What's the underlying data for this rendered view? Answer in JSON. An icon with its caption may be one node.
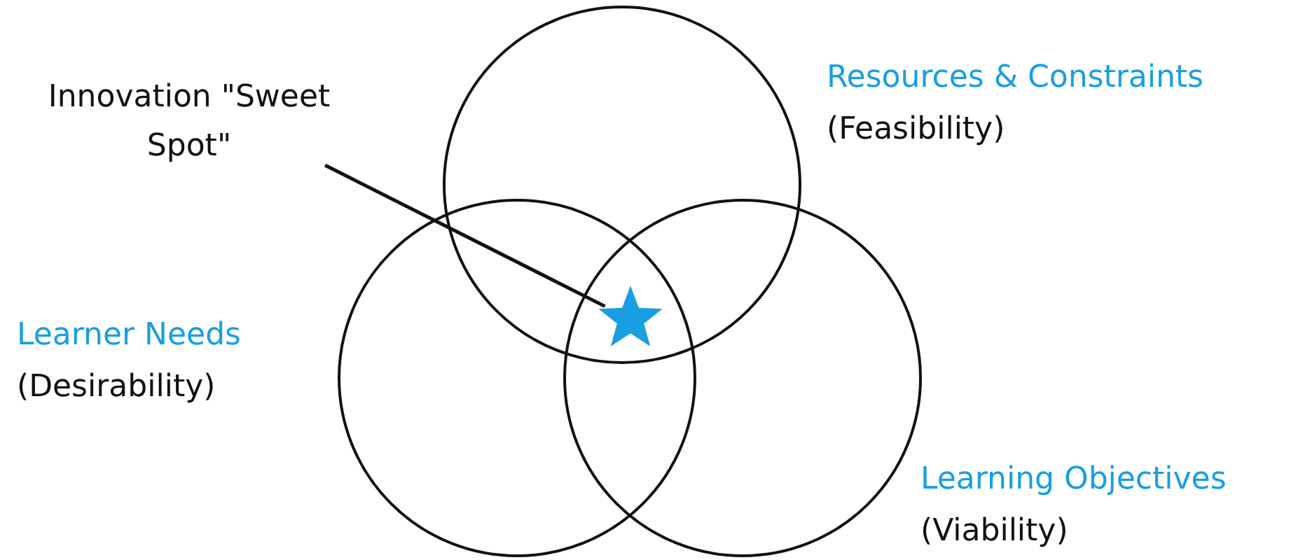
{
  "diagram": {
    "nodes": [
      {
        "text": [],
        "shape": "circle",
        "beside": [
          "Resources & Constraints",
          "(Feasibility)"
        ]
      },
      {
        "text": [],
        "shape": "circle",
        "beside": [
          "Learner Needs",
          "(Desirability)"
        ]
      },
      {
        "text": [],
        "shape": "circle",
        "beside": [
          "Learning Objectives",
          "(Viability)"
        ]
      },
      {
        "text": [
          "Innovation \"Sweet Spot\""
        ]
      },
      {
        "text": [],
        "shape": "star"
      }
    ],
    "edges": [
      {
        "from": 3,
        "to": 4,
        "arrow": "none"
      }
    ]
  }
}
